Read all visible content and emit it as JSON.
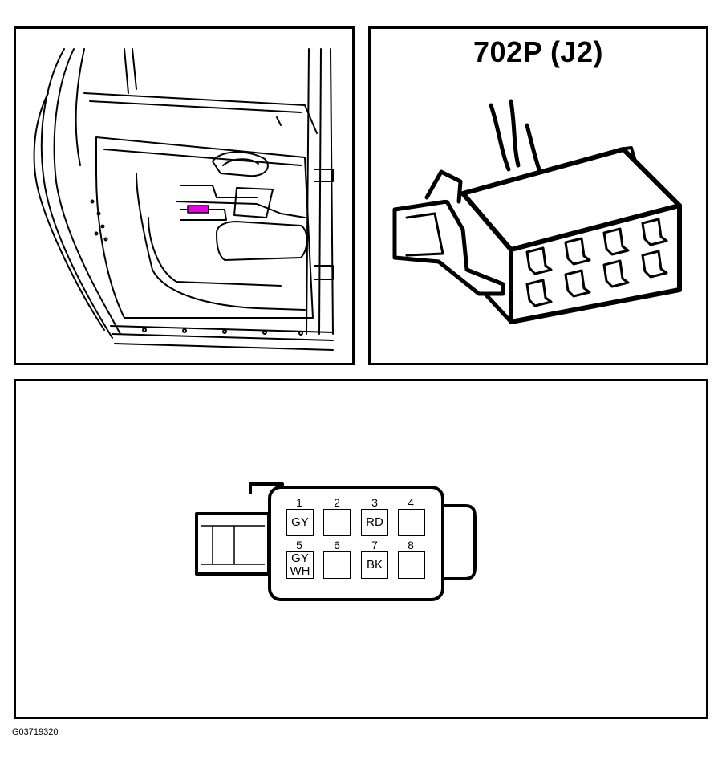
{
  "connector": {
    "title": "702P (J2)",
    "pins": [
      {
        "number": "1",
        "wire_lines": [
          "GY"
        ]
      },
      {
        "number": "2",
        "wire_lines": []
      },
      {
        "number": "3",
        "wire_lines": [
          "RD"
        ]
      },
      {
        "number": "4",
        "wire_lines": []
      },
      {
        "number": "5",
        "wire_lines": [
          "GY",
          "WH"
        ]
      },
      {
        "number": "6",
        "wire_lines": []
      },
      {
        "number": "7",
        "wire_lines": [
          "BK"
        ]
      },
      {
        "number": "8",
        "wire_lines": []
      }
    ]
  },
  "highlight_color": "#e600e6",
  "figure_code": "G03719320"
}
